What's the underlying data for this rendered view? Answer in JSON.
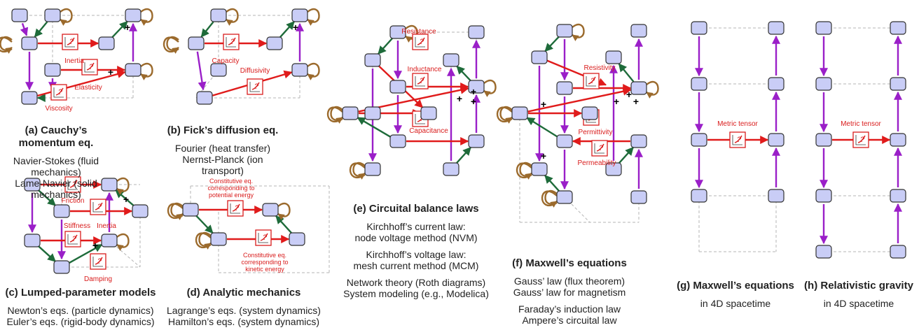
{
  "colors": {
    "node_fill": "#c9cdf6",
    "node_stroke": "#333333",
    "vertical_arrow": "#9a1fc8",
    "horizontal_arrow": "#e01b1b",
    "diagonal_arrow": "#1e6b3a",
    "self_loop": "#9b6a2c",
    "dashed_line": "#b5b5b5",
    "label_red": "#d91c1c"
  },
  "panels": [
    {
      "id": "a",
      "title": "(a) Cauchy’s momentum eq.",
      "lines": [
        "Navier-Stokes (fluid mechanics)",
        "Lame-Navier (solid mechanics)"
      ],
      "labels": {
        "inertia": "Inertia",
        "elasticity": "Elasticity",
        "viscosity": "Viscosity"
      }
    },
    {
      "id": "b",
      "title": "(b) Fick’s diffusion eq.",
      "lines": [
        "Fourier (heat transfer)",
        "Nernst-Planck (ion transport)"
      ],
      "labels": {
        "capacity": "Capacity",
        "diffusivity": "Diffusivity"
      }
    },
    {
      "id": "c",
      "title": "(c) Lumped-parameter models",
      "lines": [
        "Newton’s eqs. (particle dynamics)",
        "Euler’s eqs. (rigid-body dynamics)"
      ],
      "labels": {
        "friction": "Friction",
        "stiffness": "Stiffness",
        "inertia": "Inertia",
        "damping": "Damping"
      }
    },
    {
      "id": "d",
      "title": "(d) Analytic mechanics",
      "lines": [
        "Lagrange’s eqs. (system dynamics)",
        "Hamilton’s eqs. (system dynamics)"
      ],
      "labels": {
        "potential_1": "Constitutive eq.",
        "potential_2": "corresponding to",
        "potential_3": "potential energy",
        "kinetic_1": "Constitutive eq.",
        "kinetic_2": "corresponding to",
        "kinetic_3": "kinetic energy"
      }
    },
    {
      "id": "e",
      "title": "(e) Circuital balance laws",
      "lines": [
        "Kirchhoff’s current law:",
        "node voltage method (NVM)",
        "",
        "Kirchhoff’s voltage law:",
        "mesh current method (MCM)",
        "",
        "Network theory (Roth diagrams)",
        "System modeling (e.g., Modelica)"
      ],
      "labels": {
        "resistance": "Resistance",
        "inductance": "Inductance",
        "capacitance": "Capacitance"
      }
    },
    {
      "id": "f",
      "title": "(f) Maxwell’s equations",
      "lines": [
        "Gauss’ law (flux theorem)",
        "Gauss’ law for magnetism",
        "",
        "Faraday’s induction law",
        "Ampere’s circuital law"
      ],
      "labels": {
        "resistivity": "Resistivity",
        "permittivity": "Permittivity",
        "permeability": "Permeability"
      }
    },
    {
      "id": "g",
      "title": "(g) Maxwell’s equations",
      "lines": [
        "in 4D spacetime"
      ],
      "labels": {
        "metric": "Metric tensor"
      }
    },
    {
      "id": "h",
      "title": "(h) Relativistic gravity",
      "lines": [
        "in 4D spacetime"
      ],
      "labels": {
        "metric": "Metric tensor"
      }
    }
  ]
}
